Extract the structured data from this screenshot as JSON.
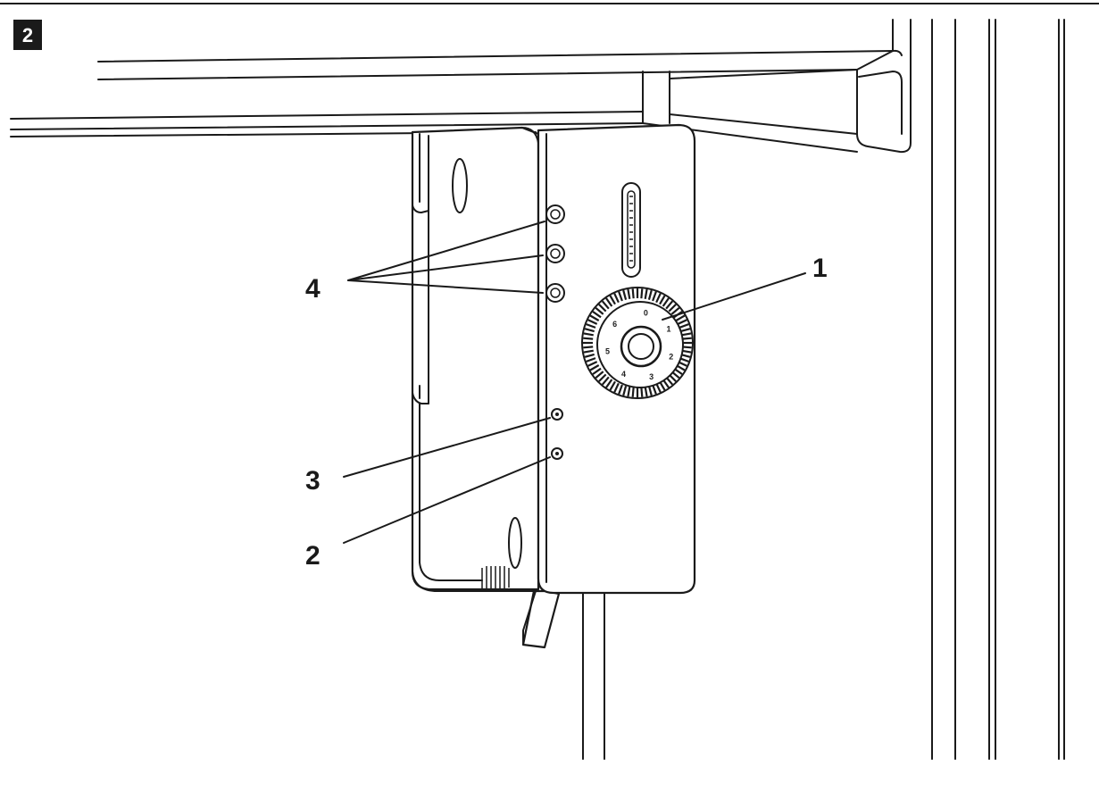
{
  "figure": {
    "number": "2",
    "callouts": [
      {
        "id": "1",
        "label": "1"
      },
      {
        "id": "2",
        "label": "2"
      },
      {
        "id": "3",
        "label": "3"
      },
      {
        "id": "4",
        "label": "4"
      }
    ],
    "dial": {
      "marks": [
        "0",
        "1",
        "2",
        "3",
        "4",
        "5",
        "6"
      ]
    }
  }
}
